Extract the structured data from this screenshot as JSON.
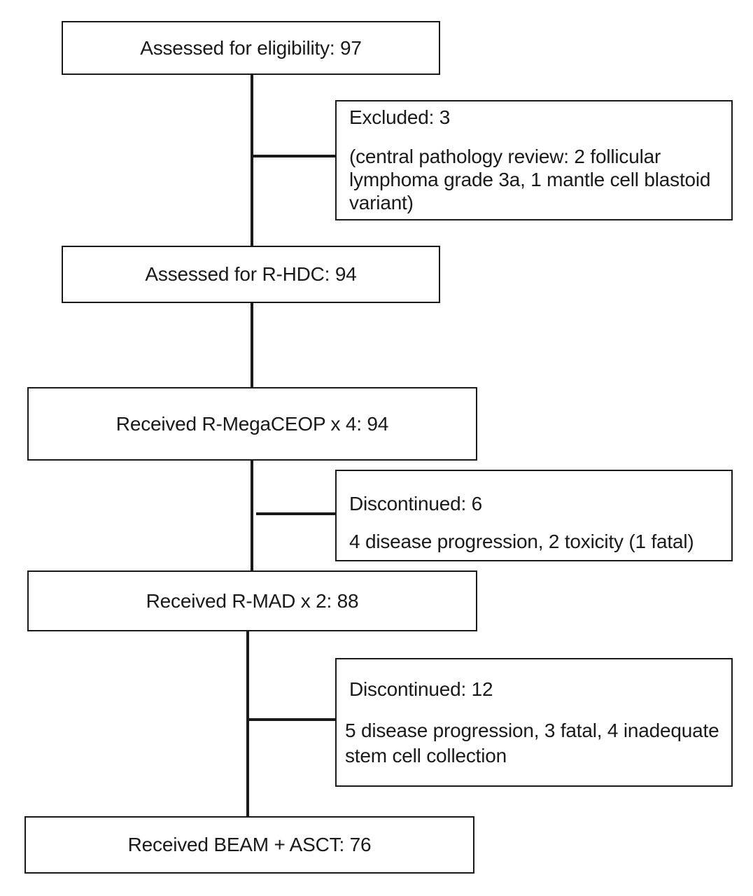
{
  "steps": [
    {
      "label": "Assessed for eligibility: 97"
    },
    {
      "label": "Assessed for R-HDC: 94"
    },
    {
      "label": "Received R-MegaCEOP x 4: 94"
    },
    {
      "label": "Received R-MAD x 2: 88"
    },
    {
      "label": "Received BEAM + ASCT: 76"
    }
  ],
  "exclusions": [
    {
      "title": "Excluded: 3",
      "detail": "(central pathology review: 2 follicular lymphoma grade 3a, 1 mantle cell blastoid variant)"
    },
    {
      "title": "Discontinued: 6",
      "detail": "4 disease progression, 2 toxicity (1 fatal)"
    },
    {
      "title": "Discontinued: 12",
      "detail": "5 disease progression, 3 fatal, 4 inadequate stem cell collection"
    }
  ]
}
